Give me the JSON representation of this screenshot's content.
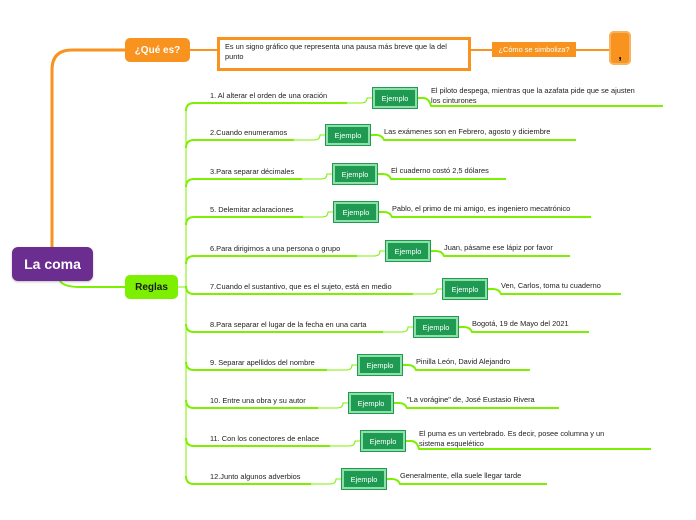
{
  "root": {
    "label": "La coma"
  },
  "que_es": {
    "label": "¿Qué es?",
    "definition": "Es un signo gráfico que representa una pausa más breve que la del punto",
    "como_label": "¿Cómo se simboliza?",
    "symbol": ","
  },
  "reglas": {
    "label": "Reglas",
    "example_label": "Ejemplo",
    "items": [
      {
        "rule": "1. Al alterar el orden de una oración",
        "example": [
          "El piloto despega, mientras que la azafata pide que se ajusten",
          "los cinturones"
        ]
      },
      {
        "rule": "2.Cuando enumeramos",
        "example": [
          "Las exámenes son en Febrero, agosto y diciembre"
        ]
      },
      {
        "rule": "3.Para separar décimales",
        "example": [
          "El cuaderno costó 2,5 dólares"
        ]
      },
      {
        "rule": "5. Delemitar aclaraciones",
        "example": [
          "Pablo, el primo de mi amigo, es ingeniero mecatrónico"
        ]
      },
      {
        "rule": "6.Para dirigirnos a una persona o grupo",
        "example": [
          "Juan, pásame ese lápiz por favor"
        ]
      },
      {
        "rule": "7.Cuando el sustantivo, que es el sujeto, está en medio",
        "example": [
          "Ven, Carlos, toma tu cuaderno"
        ]
      },
      {
        "rule": "8.Para separar el lugar de la fecha en una carta",
        "example": [
          "Bogotá, 19 de Mayo del 2021"
        ]
      },
      {
        "rule": "9. Separar apellidos del nombre",
        "example": [
          "Pinilla León, David Alejandro"
        ]
      },
      {
        "rule": "10. Entre una obra y su autor",
        "example": [
          "\"La vorágine\" de, José Eustasio Rivera"
        ]
      },
      {
        "rule": "11. Con los conectores de enlace",
        "example": [
          "El puma es un vertebrado. Es decir, posee columna y un",
          "sistema esquelético"
        ]
      },
      {
        "rule": "12.Junto algunos adverbios",
        "example": [
          "Generalmente, ella suele llegar tarde"
        ]
      }
    ]
  },
  "colors": {
    "root": "#6b2d8f",
    "orange": "#f7931e",
    "green_branch": "#7cf000",
    "ejemplo": "#1f9a52"
  }
}
